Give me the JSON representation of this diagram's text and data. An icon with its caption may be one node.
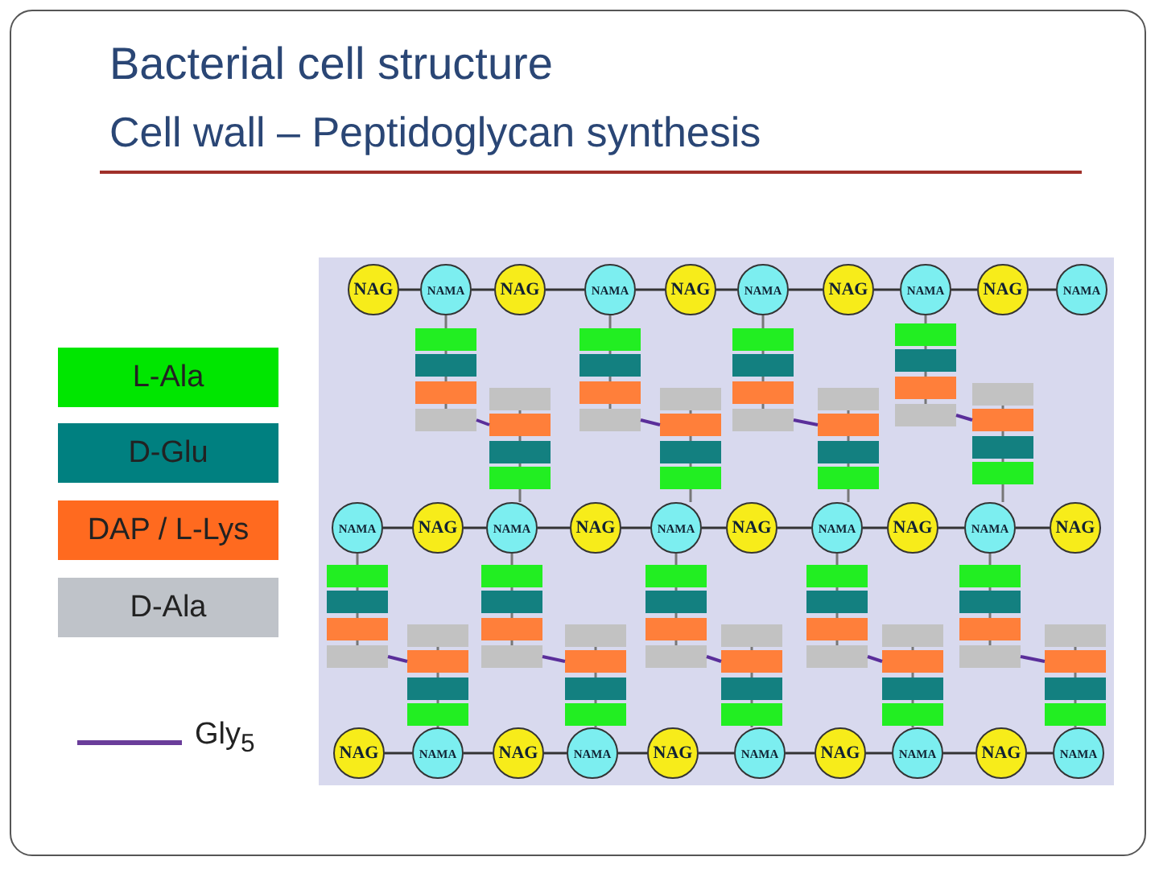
{
  "diagram": {
    "title": "Bacterial cell structure",
    "labels": [
      "Cell wall – Peptidoglycan synthesis"
    ],
    "nodes": [
      {
        "text": [
          "NAG"
        ]
      },
      {
        "text": [
          "NAMA"
        ]
      },
      {
        "text": [
          "NAG"
        ]
      },
      {
        "text": [
          "NAMA"
        ]
      },
      {
        "text": [
          "NAG"
        ]
      },
      {
        "text": [
          "NAMA"
        ]
      },
      {
        "text": [
          "NAG"
        ]
      },
      {
        "text": [
          "NAMA"
        ]
      },
      {
        "text": [
          "NAG"
        ]
      },
      {
        "text": [
          "NAMA"
        ]
      },
      {
        "text": [
          "NAMA"
        ]
      },
      {
        "text": [
          "NAG"
        ]
      },
      {
        "text": [
          "NAMA"
        ]
      },
      {
        "text": [
          "NAG"
        ]
      },
      {
        "text": [
          "NAMA"
        ]
      },
      {
        "text": [
          "NAG"
        ]
      },
      {
        "text": [
          "NAMA"
        ]
      },
      {
        "text": [
          "NAG"
        ]
      },
      {
        "text": [
          "NAMA"
        ]
      },
      {
        "text": [
          "NAG"
        ]
      },
      {
        "text": [
          "NAG"
        ]
      },
      {
        "text": [
          "NAMA"
        ]
      },
      {
        "text": [
          "NAG"
        ]
      },
      {
        "text": [
          "NAMA"
        ]
      },
      {
        "text": [
          "NAG"
        ]
      },
      {
        "text": [
          "NAMA"
        ]
      },
      {
        "text": [
          "NAG"
        ]
      },
      {
        "text": [
          "NAMA"
        ]
      },
      {
        "text": [
          "NAG"
        ]
      },
      {
        "text": [
          "NAMA"
        ]
      }
    ],
    "edges": [
      {
        "from": 0,
        "to": 1,
        "arrow": "none"
      },
      {
        "from": 1,
        "to": 2,
        "arrow": "none"
      },
      {
        "from": 2,
        "to": 3,
        "arrow": "none"
      },
      {
        "from": 3,
        "to": 4,
        "arrow": "none"
      },
      {
        "from": 4,
        "to": 5,
        "arrow": "none"
      },
      {
        "from": 5,
        "to": 6,
        "arrow": "none"
      },
      {
        "from": 6,
        "to": 7,
        "arrow": "none"
      },
      {
        "from": 7,
        "to": 8,
        "arrow": "none"
      },
      {
        "from": 8,
        "to": 9,
        "arrow": "none"
      },
      {
        "from": 10,
        "to": 11,
        "arrow": "none"
      },
      {
        "from": 11,
        "to": 12,
        "arrow": "none"
      },
      {
        "from": 12,
        "to": 13,
        "arrow": "none"
      },
      {
        "from": 13,
        "to": 14,
        "arrow": "none"
      },
      {
        "from": 14,
        "to": 15,
        "arrow": "none"
      },
      {
        "from": 15,
        "to": 16,
        "arrow": "none"
      },
      {
        "from": 16,
        "to": 17,
        "arrow": "none"
      },
      {
        "from": 17,
        "to": 18,
        "arrow": "none"
      },
      {
        "from": 18,
        "to": 19,
        "arrow": "none"
      },
      {
        "from": 20,
        "to": 21,
        "arrow": "none"
      },
      {
        "from": 21,
        "to": 22,
        "arrow": "none"
      },
      {
        "from": 22,
        "to": 23,
        "arrow": "none"
      },
      {
        "from": 23,
        "to": 24,
        "arrow": "none"
      },
      {
        "from": 24,
        "to": 25,
        "arrow": "none"
      },
      {
        "from": 25,
        "to": 26,
        "arrow": "none"
      },
      {
        "from": 26,
        "to": 27,
        "arrow": "none"
      },
      {
        "from": 27,
        "to": 28,
        "arrow": "none"
      },
      {
        "from": 28,
        "to": 29,
        "arrow": "none"
      }
    ],
    "legend": [
      {
        "text": "L-Ala",
        "color": "#00e600"
      },
      {
        "text": "D-Glu",
        "color": "#008080"
      },
      {
        "text": "DAP / L-Lys",
        "color": "#ff6a1f"
      },
      {
        "text": "D-Ala",
        "color": "#bfc3c9"
      },
      {
        "text": "Gly$_{5}$"
      }
    ]
  }
}
